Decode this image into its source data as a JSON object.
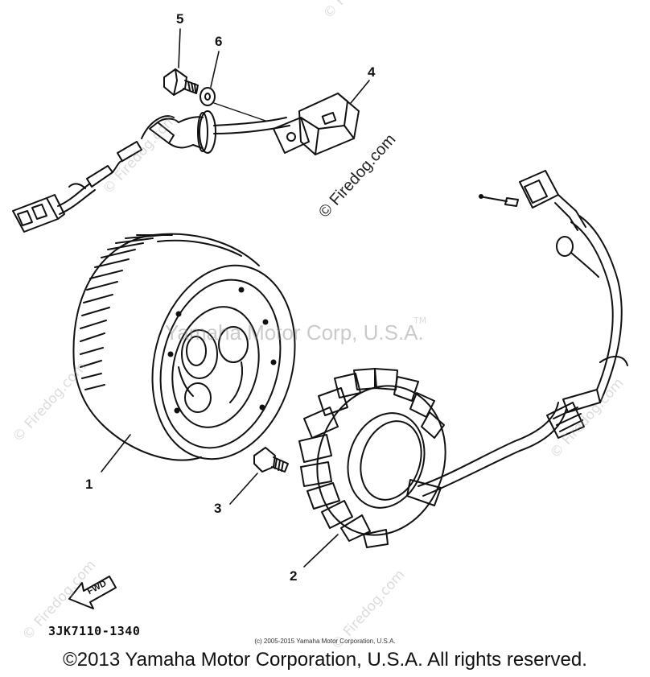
{
  "callouts": {
    "c1": "1",
    "c2": "2",
    "c3": "3",
    "c4": "4",
    "c5": "5",
    "c6": "6"
  },
  "watermarks": {
    "center_text": "Yamaha Motor Corp, U.S.A.",
    "trademark": "TM",
    "firedog_main": "© Firedog.com",
    "firedog_faint": "© Firedog.com"
  },
  "fwd_label": "FWD",
  "diagram_code": "3JK7110-1340",
  "small_copyright": "(c) 2005-2015 Yamaha Motor Corporation, U.S.A.",
  "copyright": "©2013 Yamaha Motor Corporation, U.S.A. All rights reserved.",
  "colors": {
    "line": "#111111",
    "watermark": "#9a9a9a"
  }
}
